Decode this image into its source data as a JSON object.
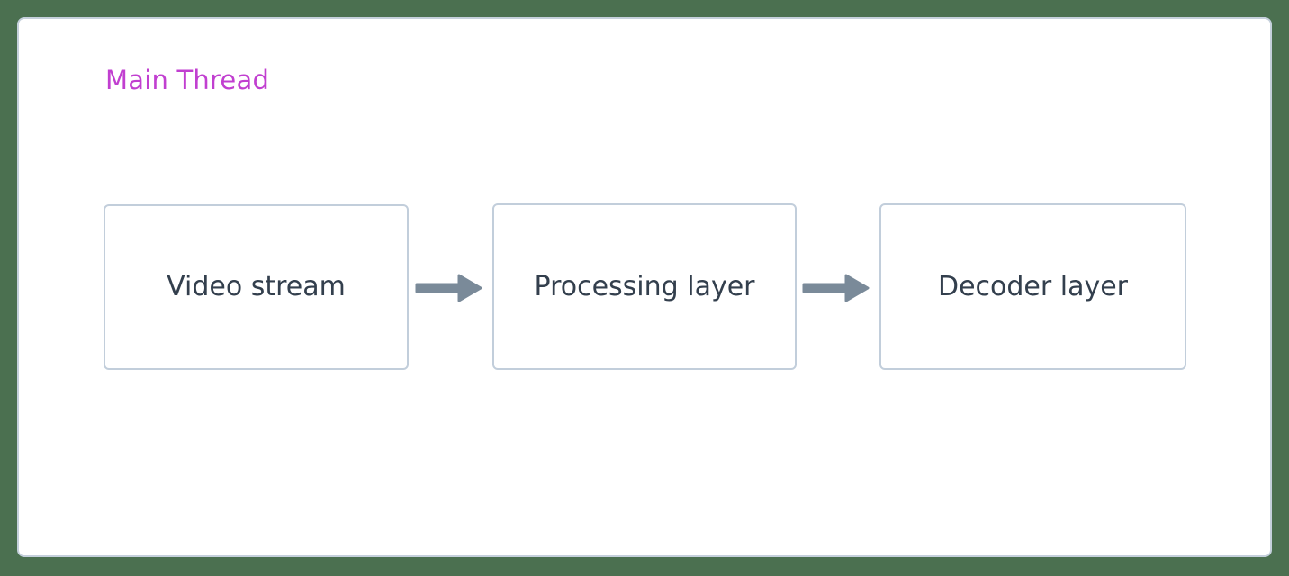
{
  "diagram": {
    "type": "flowchart",
    "direction": "left-to-right",
    "background_color": "#4b7050",
    "container": {
      "label": "Main Thread",
      "label_color": "#c13fd0",
      "border_color": "#c5d0dc",
      "fill_color": "#ffffff"
    },
    "node_style": {
      "border_color": "#c2cedb",
      "fill_color": "#ffffff",
      "text_color": "#333f4d"
    },
    "edge_style": {
      "color": "#7a8a99",
      "arrowhead": "filled-triangle"
    },
    "nodes": [
      {
        "id": "video-stream",
        "label": "Video stream"
      },
      {
        "id": "processing-layer",
        "label": "Processing layer"
      },
      {
        "id": "decoder-layer",
        "label": "Decoder layer"
      }
    ],
    "edges": [
      {
        "from": "video-stream",
        "to": "processing-layer",
        "label": ""
      },
      {
        "from": "processing-layer",
        "to": "decoder-layer",
        "label": ""
      }
    ]
  }
}
